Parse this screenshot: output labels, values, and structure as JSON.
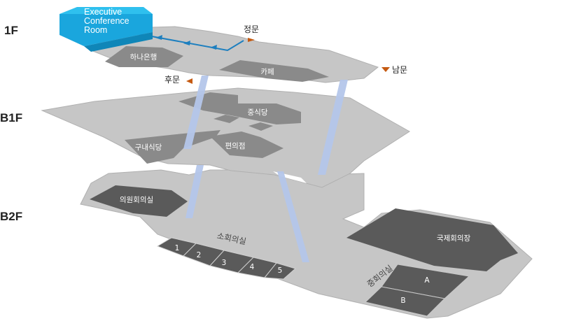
{
  "floors": {
    "f1": "1F",
    "b1": "B1F",
    "b2": "B2F"
  },
  "executive_room": {
    "line1": "Executive",
    "line2": "Conference",
    "line3": "Room",
    "color": "#1aa6dd"
  },
  "f1": {
    "hana_bank": "하나은행",
    "cafe": "카페",
    "gates": {
      "main": "정문",
      "south": "남문",
      "rear": "후문"
    }
  },
  "b1": {
    "cafeteria": "중식당",
    "staff_cafeteria": "구내식당",
    "convenience_store": "편의점"
  },
  "b2": {
    "assembly_room": "의원회의실",
    "small_rooms_title": "소회의실",
    "small_rooms": [
      "1",
      "2",
      "3",
      "4",
      "5"
    ],
    "medium_room_title": "중회의실",
    "medium_rooms": [
      "A",
      "B"
    ],
    "international_hall": "국제회의장"
  },
  "colors": {
    "floor_surface": "#c6c6c6",
    "floor_edge": "#a9a9a9",
    "room_dark": "#5a5a5a",
    "room_mid": "#8a8a8a",
    "column": "#b4c6ea",
    "gate_marker": "#c55a11",
    "route": "#1d7fbf"
  }
}
